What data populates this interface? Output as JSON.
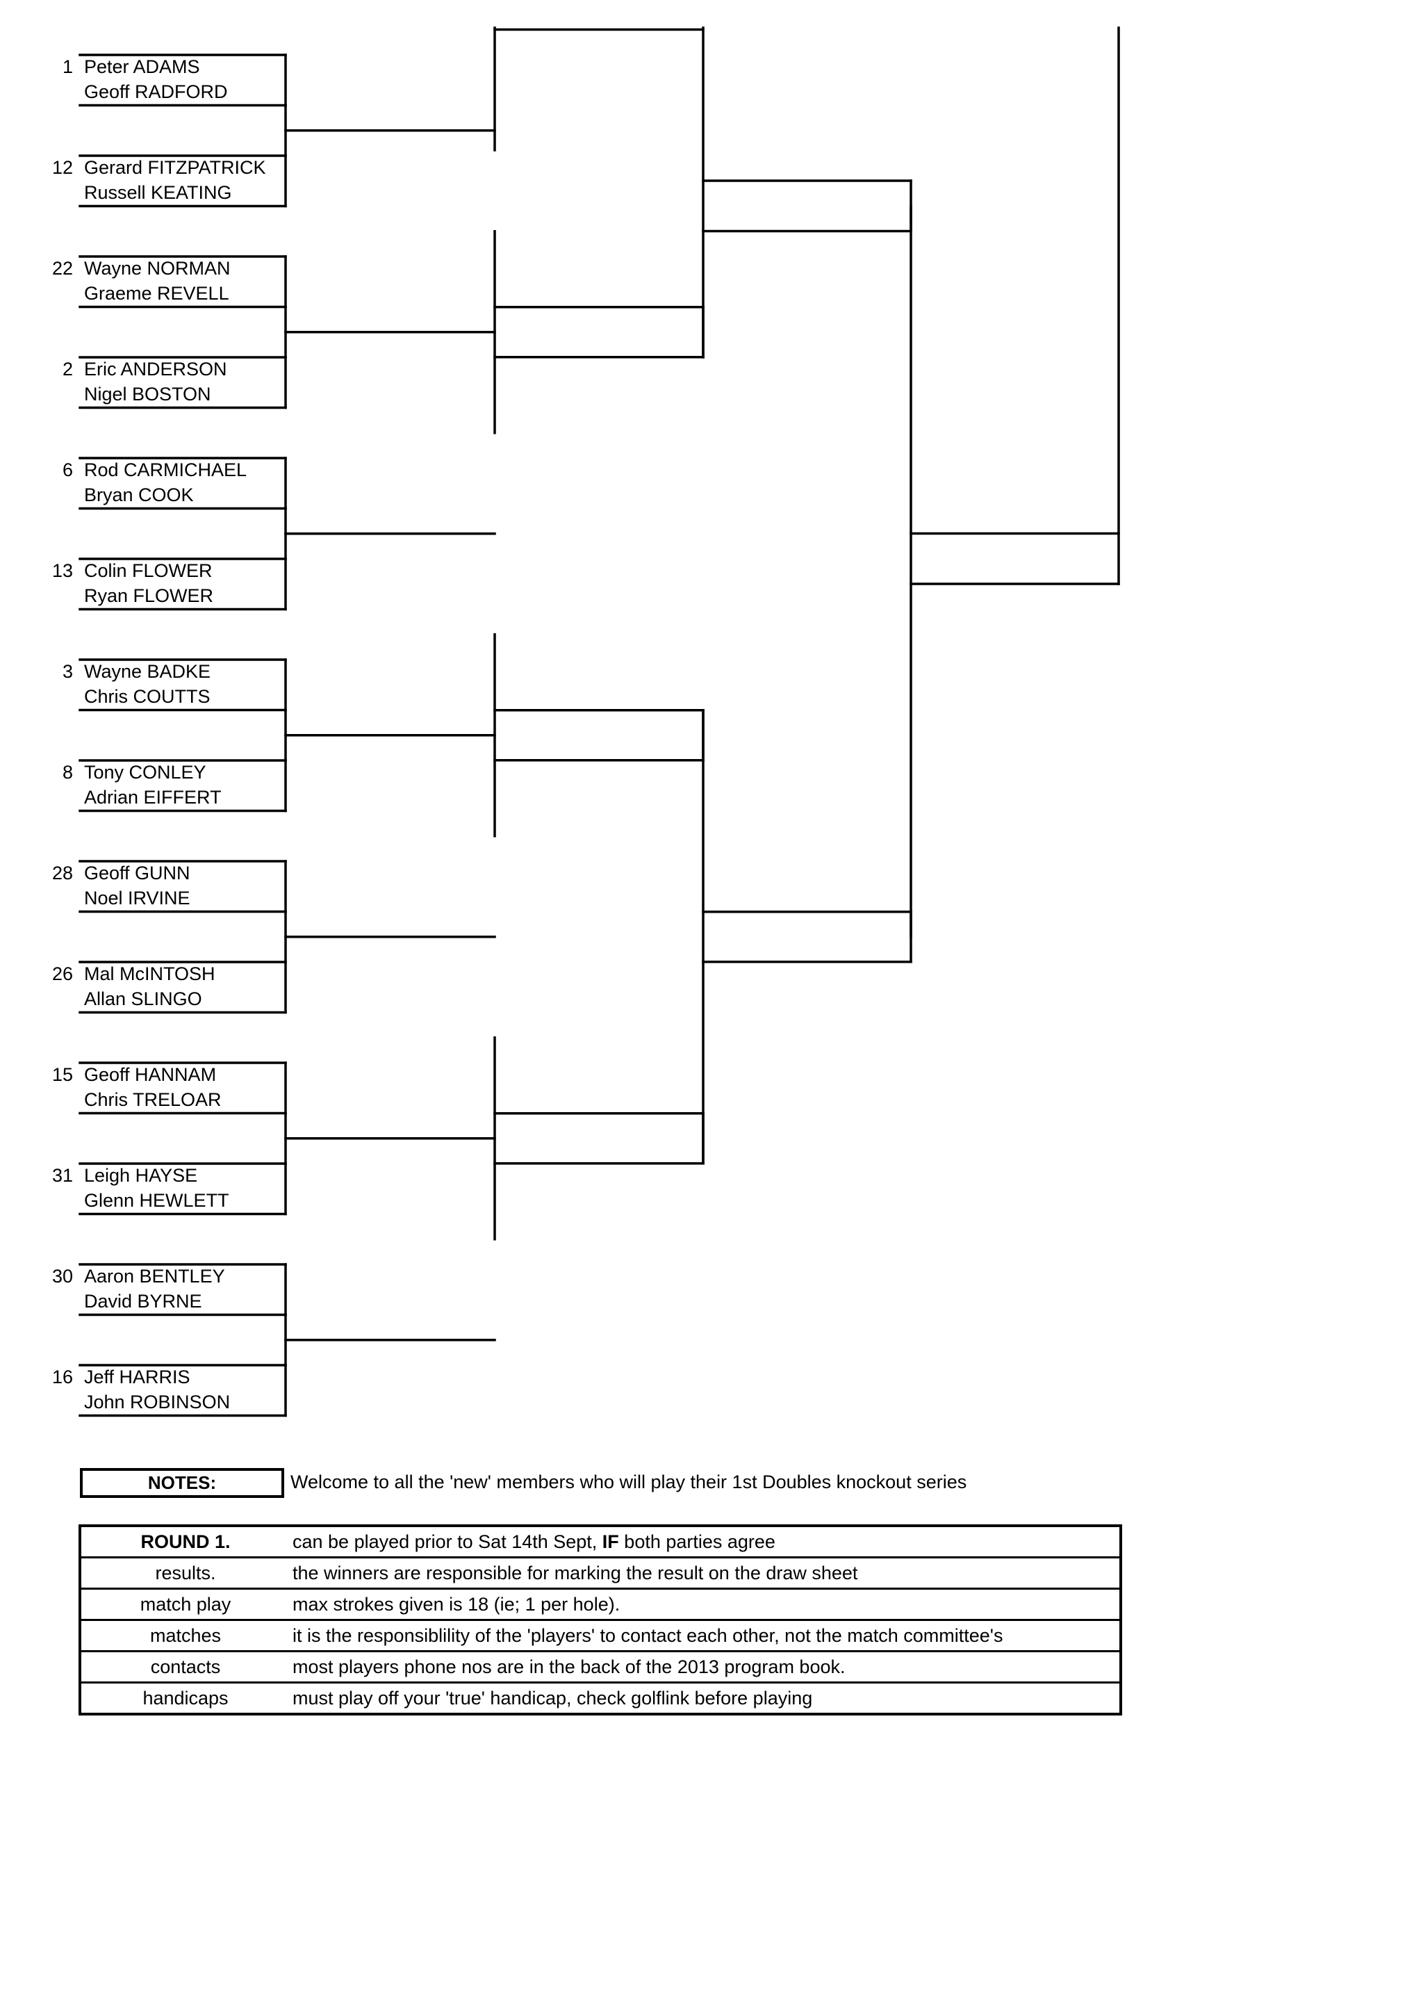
{
  "draw": {
    "teams": [
      {
        "seed": "1",
        "players": [
          "Peter ADAMS",
          "Geoff RADFORD"
        ]
      },
      {
        "seed": "12",
        "players": [
          "Gerard FITZPATRICK",
          "Russell KEATING"
        ]
      },
      {
        "seed": "22",
        "players": [
          "Wayne NORMAN",
          "Graeme REVELL"
        ]
      },
      {
        "seed": "2",
        "players": [
          "Eric ANDERSON",
          "Nigel BOSTON"
        ]
      },
      {
        "seed": "6",
        "players": [
          "Rod CARMICHAEL",
          "Bryan COOK"
        ]
      },
      {
        "seed": "13",
        "players": [
          "Colin FLOWER",
          "Ryan FLOWER"
        ]
      },
      {
        "seed": "3",
        "players": [
          "Wayne BADKE",
          "Chris COUTTS"
        ]
      },
      {
        "seed": "8",
        "players": [
          "Tony CONLEY",
          "Adrian EIFFERT"
        ]
      },
      {
        "seed": "28",
        "players": [
          "Geoff GUNN",
          "Noel IRVINE"
        ]
      },
      {
        "seed": "26",
        "players": [
          "Mal McINTOSH",
          "Allan SLINGO"
        ]
      },
      {
        "seed": "15",
        "players": [
          "Geoff HANNAM",
          "Chris TRELOAR"
        ]
      },
      {
        "seed": "31",
        "players": [
          "Leigh HAYSE",
          "Glenn HEWLETT"
        ]
      },
      {
        "seed": "30",
        "players": [
          "Aaron BENTLEY",
          "David BYRNE"
        ]
      },
      {
        "seed": "16",
        "players": [
          "Jeff HARRIS",
          "John ROBINSON"
        ]
      }
    ]
  },
  "notes": {
    "label": "NOTES:",
    "text": "Welcome to all the 'new' members who will play their 1st Doubles knockout series"
  },
  "rules": [
    {
      "key": "ROUND 1.",
      "pre": "can be played prior to Sat 14th Sept, ",
      "bold": "IF",
      "post": " both parties agree"
    },
    {
      "key": "results.",
      "text": "the winners are responsible for marking the result on the draw sheet"
    },
    {
      "key": "match play",
      "text": "max strokes given is 18 (ie; 1 per hole)."
    },
    {
      "key": "matches",
      "text": "it is the responsiblility of the 'players' to contact each other, not the match committee's"
    },
    {
      "key": "contacts",
      "text": "most players phone nos are in the back of the 2013 program book."
    },
    {
      "key": "handicaps",
      "text": "must play off your 'true' handicap, check golflink before playing"
    }
  ]
}
